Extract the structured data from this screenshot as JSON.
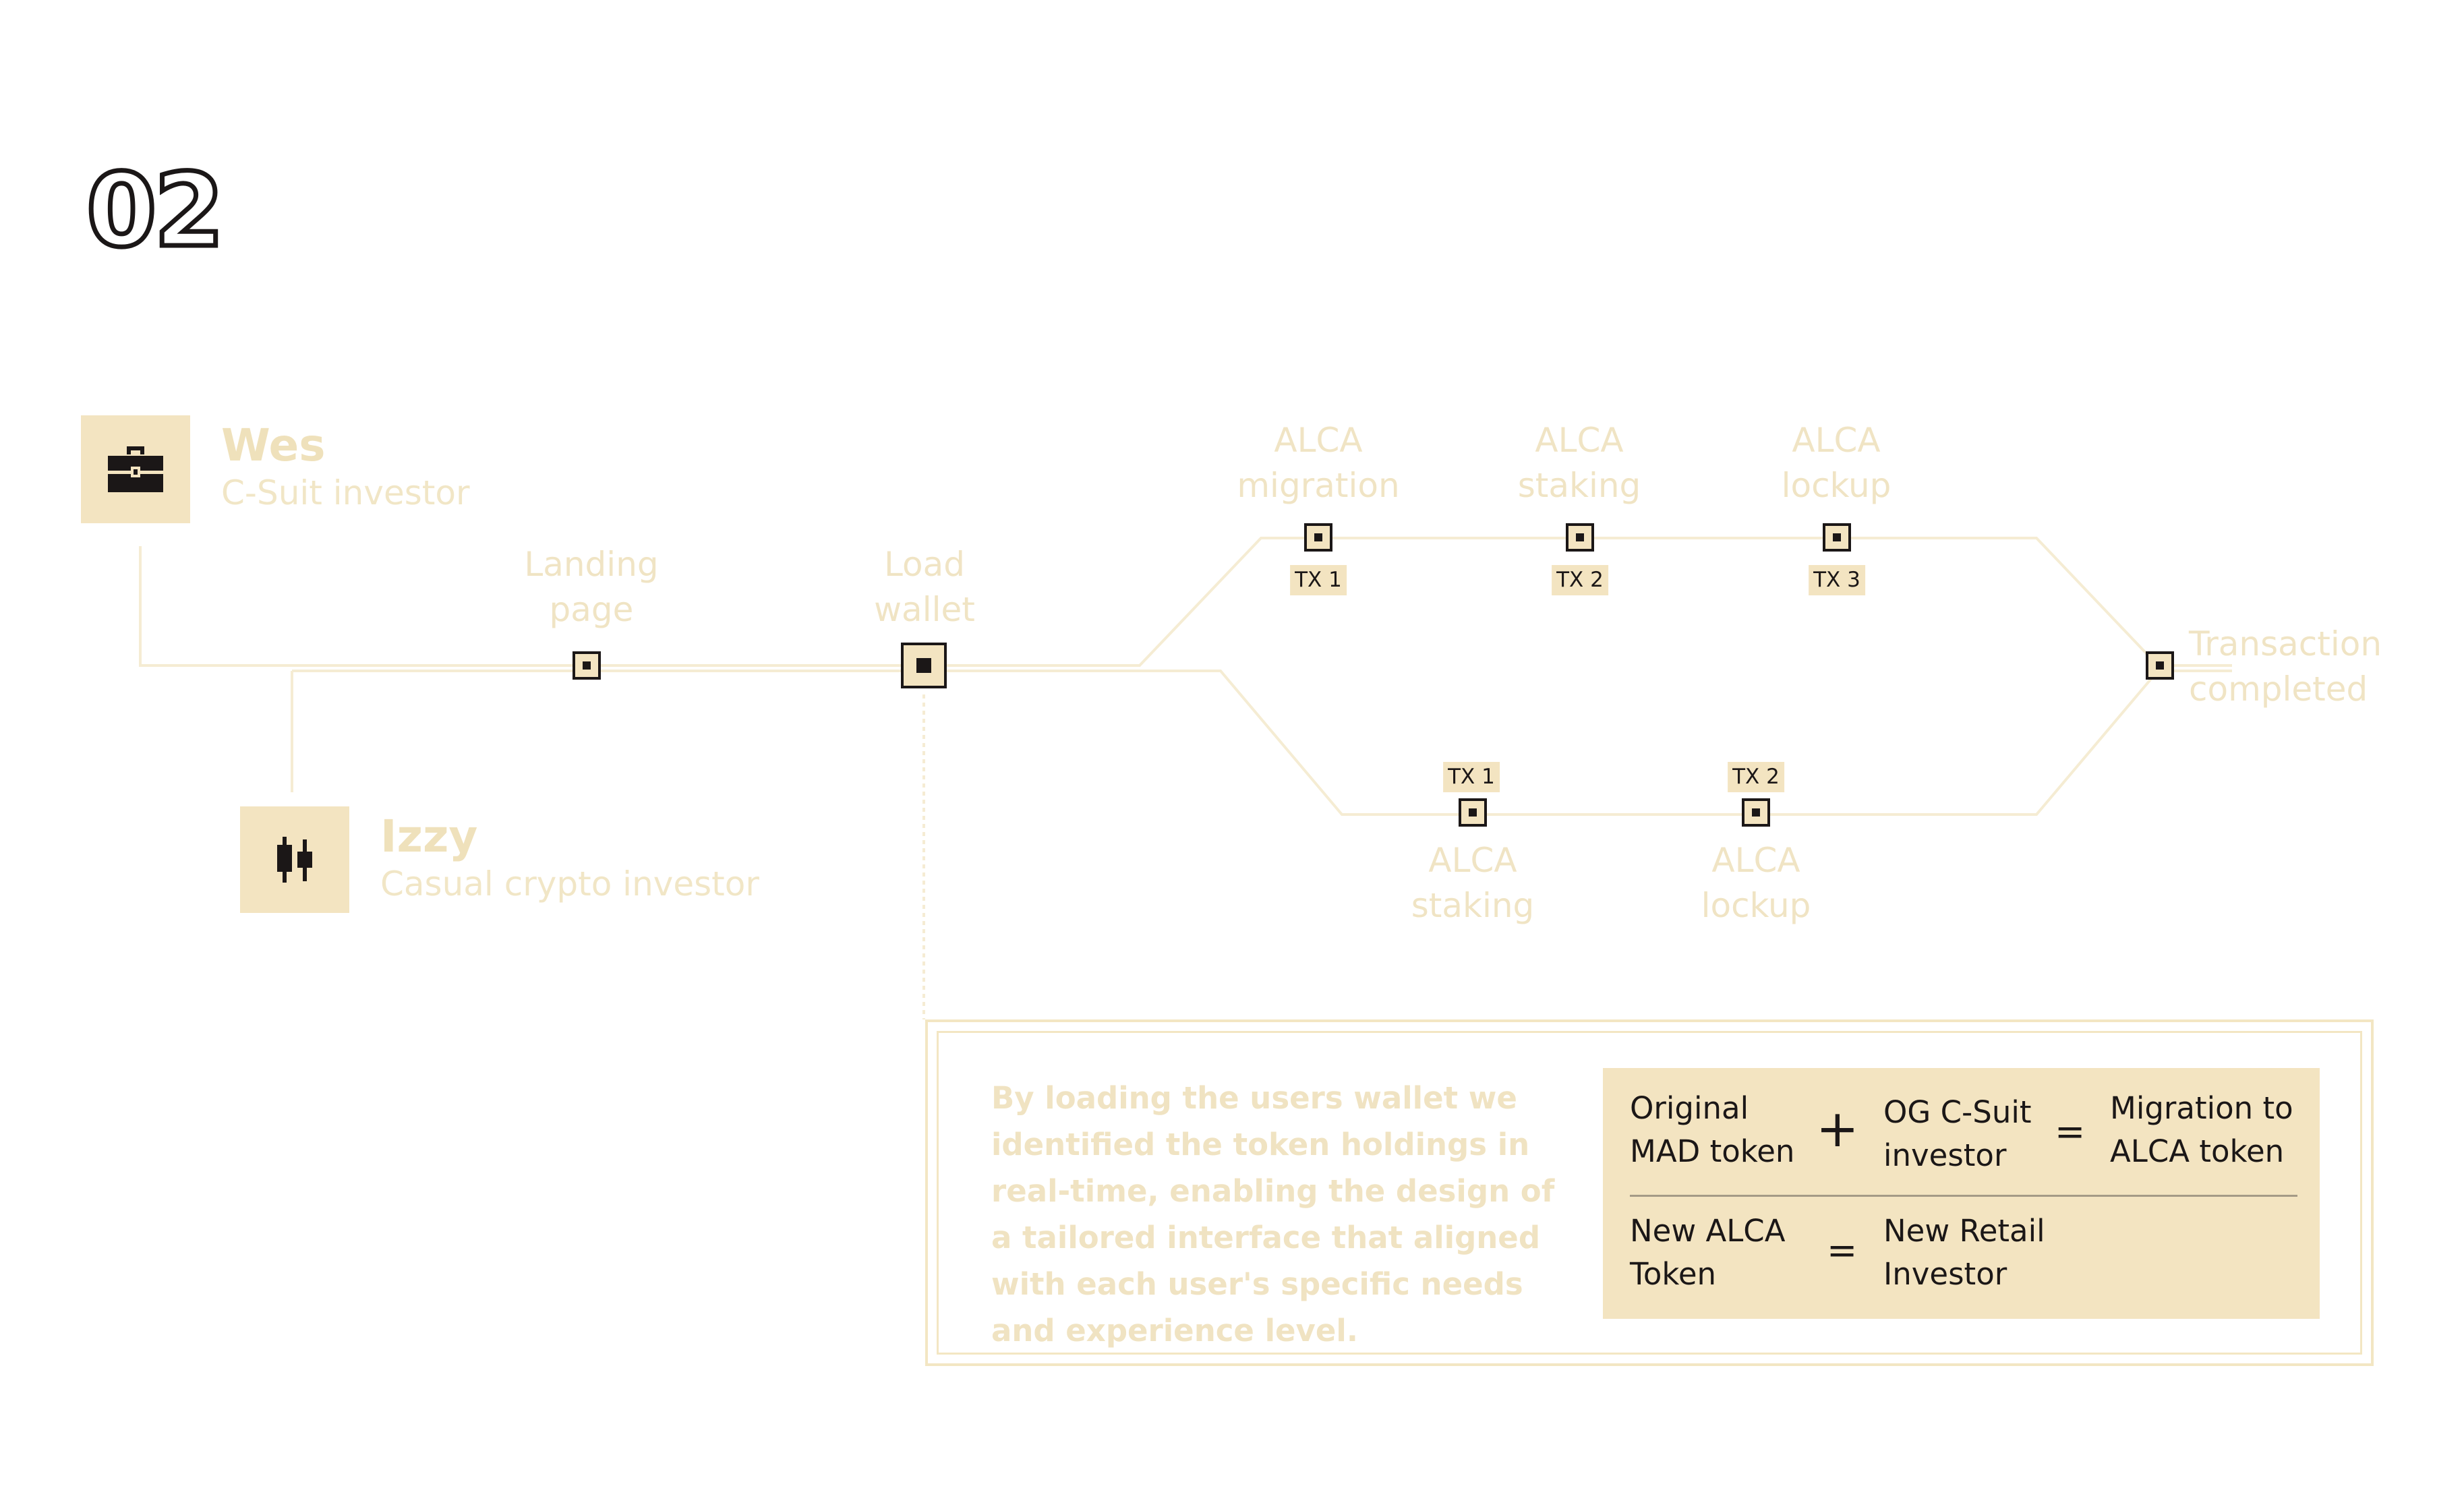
{
  "step_number": "02",
  "personas": [
    {
      "name": "Wes",
      "role": "C-Suit investor",
      "icon": "briefcase-icon"
    },
    {
      "name": "Izzy",
      "role": "Casual crypto investor",
      "icon": "candlestick-icon"
    }
  ],
  "nodes": {
    "landing": [
      "Landing",
      "page"
    ],
    "load_wallet": [
      "Load",
      "wallet"
    ],
    "top_migration": [
      "ALCA",
      "migration"
    ],
    "top_staking": [
      "ALCA",
      "staking"
    ],
    "top_lockup": [
      "ALCA",
      "lockup"
    ],
    "bottom_staking": [
      "ALCA",
      "staking"
    ],
    "bottom_lockup": [
      "ALCA",
      "lockup"
    ],
    "completed": [
      "Transaction",
      "completed"
    ]
  },
  "tx_labels": {
    "top": [
      "TX 1",
      "TX 2",
      "TX 3"
    ],
    "bottom": [
      "TX 1",
      "TX 2"
    ]
  },
  "note": {
    "text": "By loading the users wallet we identified the token holdings in real-time, enabling the design of a tailored interface that aligned with each user's specific needs and experience level."
  },
  "formula": {
    "row1": {
      "a": [
        "Original",
        "MAD token"
      ],
      "op1": "+",
      "b": [
        "OG C-Suit",
        "investor"
      ],
      "op2": "=",
      "c": [
        "Migration to",
        "ALCA token"
      ]
    },
    "row2": {
      "a": [
        "New ALCA",
        "Token"
      ],
      "op": "=",
      "b": [
        "New Retail",
        "Investor"
      ]
    }
  },
  "colors": {
    "accent": "#f3e4c1",
    "line": "#f5ecd3",
    "dark": "#1b1717",
    "faded_text": "#f0e4c4"
  }
}
